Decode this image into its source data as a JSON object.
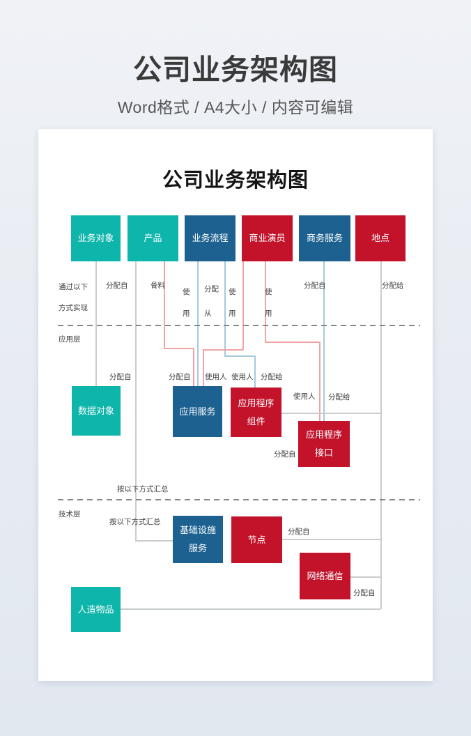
{
  "header": {
    "title": "公司业务架构图",
    "subtitle": "Word格式 / A4大小 / 内容可编辑"
  },
  "page": {
    "title": "公司业务架构图",
    "nodes": [
      {
        "id": "business-object",
        "label": "业务对象",
        "color": "teal"
      },
      {
        "id": "product",
        "label": "产品",
        "color": "teal"
      },
      {
        "id": "business-process",
        "label": "业务流程",
        "color": "blue"
      },
      {
        "id": "business-actor",
        "label": "商业演员",
        "color": "red"
      },
      {
        "id": "business-service",
        "label": "商务服务",
        "color": "blue"
      },
      {
        "id": "location",
        "label": "地点",
        "color": "red"
      },
      {
        "id": "data-object",
        "label": "数据对象",
        "color": "teal"
      },
      {
        "id": "application-service",
        "label": "应用服务",
        "color": "blue"
      },
      {
        "id": "application-component",
        "label": "应用程序组件",
        "color": "red"
      },
      {
        "id": "application-interface",
        "label": "应用程序接口",
        "color": "red"
      },
      {
        "id": "infrastructure-service",
        "label": "基础设施服务",
        "color": "blue"
      },
      {
        "id": "node",
        "label": "节点",
        "color": "red"
      },
      {
        "id": "network-communication",
        "label": "网络通信",
        "color": "red"
      },
      {
        "id": "artifact",
        "label": "人造物品",
        "color": "teal"
      }
    ],
    "labels": [
      {
        "id": "realized-via",
        "text": "通过以下方式实现"
      },
      {
        "id": "assigned-from-1",
        "text": "分配自"
      },
      {
        "id": "aggregate",
        "text": "骨料"
      },
      {
        "id": "used-by-vert-1",
        "text": "使用"
      },
      {
        "id": "assigned-from-vert",
        "text": "分配从"
      },
      {
        "id": "used-by-vert-2",
        "text": "使用"
      },
      {
        "id": "used-by-vert-3",
        "text": "使用"
      },
      {
        "id": "assigned-from-2",
        "text": "分配自"
      },
      {
        "id": "assigned-to-1",
        "text": "分配给"
      },
      {
        "id": "application-layer",
        "text": "应用层"
      },
      {
        "id": "assigned-from-3",
        "text": "分配自"
      },
      {
        "id": "assigned-from-4",
        "text": "分配自"
      },
      {
        "id": "used-by-1",
        "text": "使用人"
      },
      {
        "id": "used-by-2",
        "text": "使用人"
      },
      {
        "id": "assigned-to-2",
        "text": "分配给"
      },
      {
        "id": "used-by-3",
        "text": "使用人"
      },
      {
        "id": "assigned-to-3",
        "text": "分配给"
      },
      {
        "id": "assigned-from-5",
        "text": "分配自"
      },
      {
        "id": "aggregated-by-1",
        "text": "按以下方式汇总"
      },
      {
        "id": "technology-layer",
        "text": "技术层"
      },
      {
        "id": "aggregated-by-2",
        "text": "按以下方式汇总"
      },
      {
        "id": "assigned-from-6",
        "text": "分配自"
      },
      {
        "id": "assigned-from-7",
        "text": "分配自"
      }
    ]
  },
  "colors": {
    "teal": "#0eb5ab",
    "blue": "#1c6190",
    "red": "#c2132b",
    "line_gray": "#c9cdd0",
    "line_red": "#f2a4a4",
    "line_blue": "#a6c9de",
    "dash": "#85878a"
  }
}
